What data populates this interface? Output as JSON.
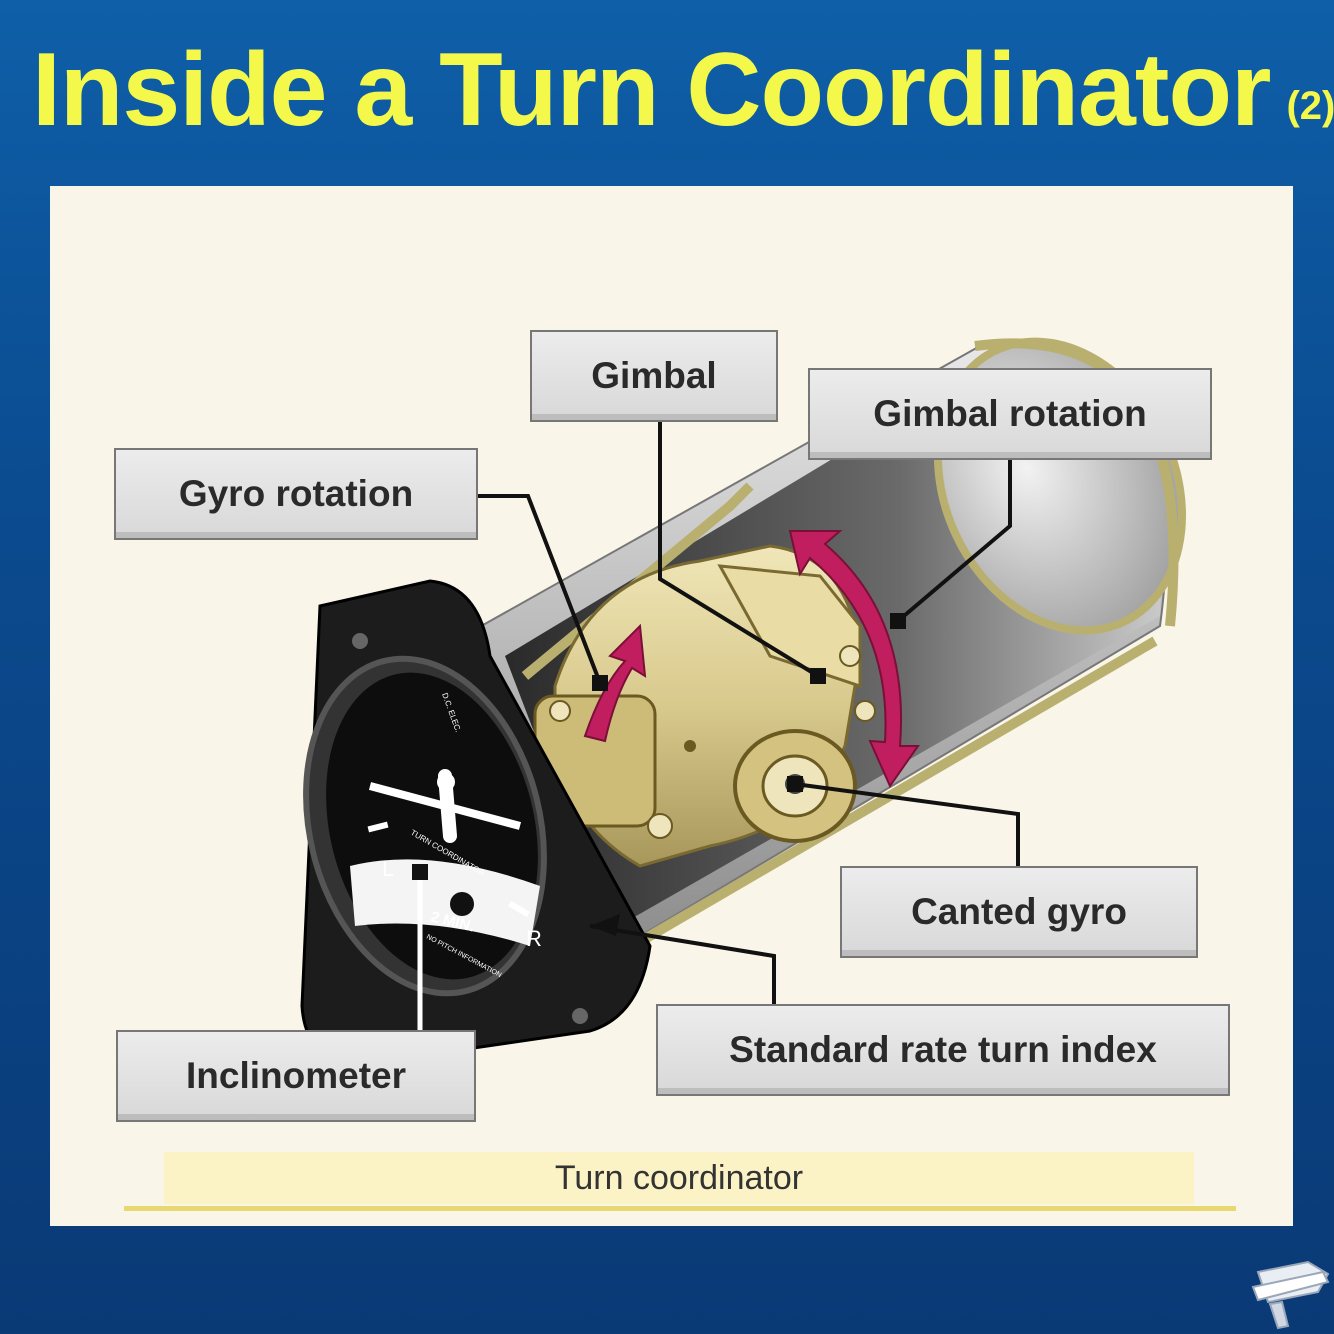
{
  "slide": {
    "title": "Inside a Turn Coordinator",
    "title_suffix": "(2)"
  },
  "diagram": {
    "callouts": {
      "gimbal": "Gimbal",
      "gimbal_rotation": "Gimbal rotation",
      "gyro_rotation": "Gyro rotation",
      "canted_gyro": "Canted gyro",
      "inclinometer": "Inclinometer",
      "standard_rate_turn_index": "Standard rate turn index"
    },
    "caption": "Turn coordinator",
    "instrument_face": {
      "left_mark": "L",
      "right_mark": "R",
      "rate_text": "2 MIN.",
      "face_label": "TURN COORDINATOR",
      "pitch_note": "NO PITCH INFORMATION",
      "maker": "D.C. ELEC."
    }
  },
  "colors": {
    "background": "#0b4a8e",
    "title": "#f3f84a",
    "panel": "#f9f5e8",
    "rotation_arrow": "#c01e5e",
    "brass": "#d8c98c"
  }
}
